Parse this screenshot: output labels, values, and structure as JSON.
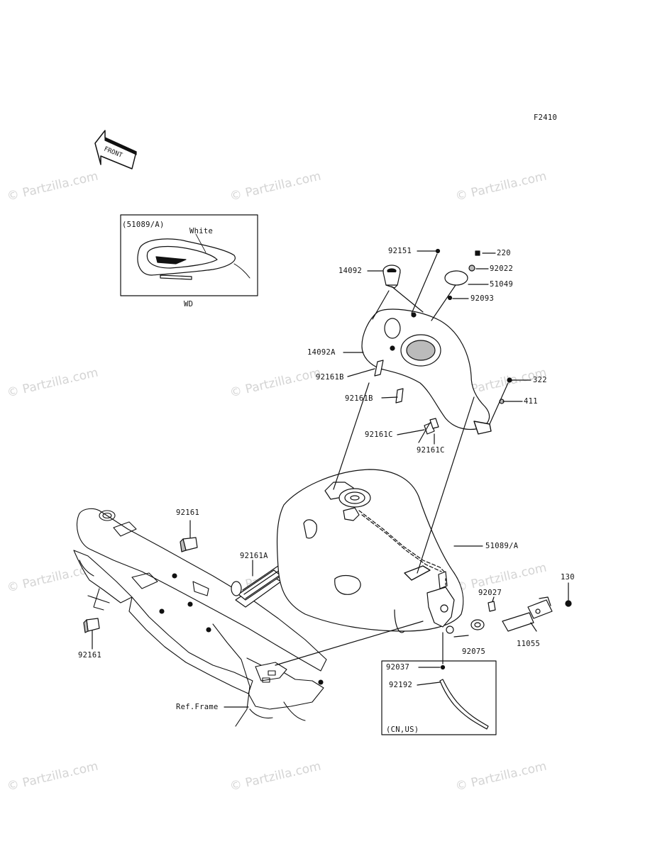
{
  "figure_code": "F2410",
  "front_arrow_text": "FRONT",
  "watermark_text": "© Partzilla.com",
  "insets": {
    "color_option": {
      "part_ref": "(51089/A)",
      "color_label": "White",
      "caption": "WD"
    },
    "region_option": {
      "caption": "(CN,US)"
    }
  },
  "parts": {
    "p92151": "92151",
    "p220": "220",
    "p92022": "92022",
    "p14092": "14092",
    "p51049": "51049",
    "p92093": "92093",
    "p14092A": "14092A",
    "p92161B_1": "92161B",
    "p92161B_2": "92161B",
    "p322": "322",
    "p411": "411",
    "p92161C_1": "92161C",
    "p92161C_2": "92161C",
    "p92161_top": "92161",
    "p92161A": "92161A",
    "p51089A": "51089/A",
    "p130": "130",
    "p92027": "92027",
    "p11055": "11055",
    "p92075": "92075",
    "p92161_bot": "92161",
    "p92037": "92037",
    "p92192": "92192",
    "ref_frame": "Ref.Frame"
  },
  "colors": {
    "line": "#111111",
    "watermark": "#d4d4d4",
    "background": "#ffffff"
  }
}
